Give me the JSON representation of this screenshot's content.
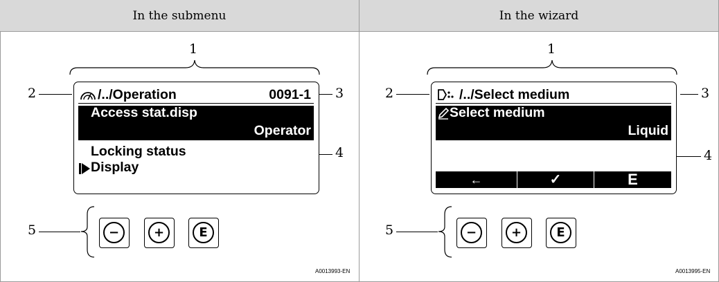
{
  "headers": {
    "left": "In the submenu",
    "right": "In the wizard"
  },
  "callouts": {
    "c1": "1",
    "c2": "2",
    "c3": "3",
    "c4": "4",
    "c5": "5"
  },
  "submenu": {
    "path": "/../Operation",
    "id": "0091-1",
    "param": "Access stat.disp",
    "value": "Operator",
    "row3": "Locking status",
    "row4": "Display",
    "image_code": "A0013993-EN"
  },
  "wizard": {
    "path": "/../Select medium",
    "param": "Select medium",
    "value": "Liquid",
    "softkeys": {
      "back": "←",
      "ok": "✓",
      "esc": "E"
    },
    "image_code": "A0013995-EN"
  },
  "keys": {
    "minus": "−",
    "plus": "+",
    "enter": "E"
  },
  "icons": {
    "path_left": "display-module-icon",
    "path_right": "wizard-icon",
    "param": "edit-pencil-icon",
    "cursor": "cursor-triangle-icon"
  }
}
